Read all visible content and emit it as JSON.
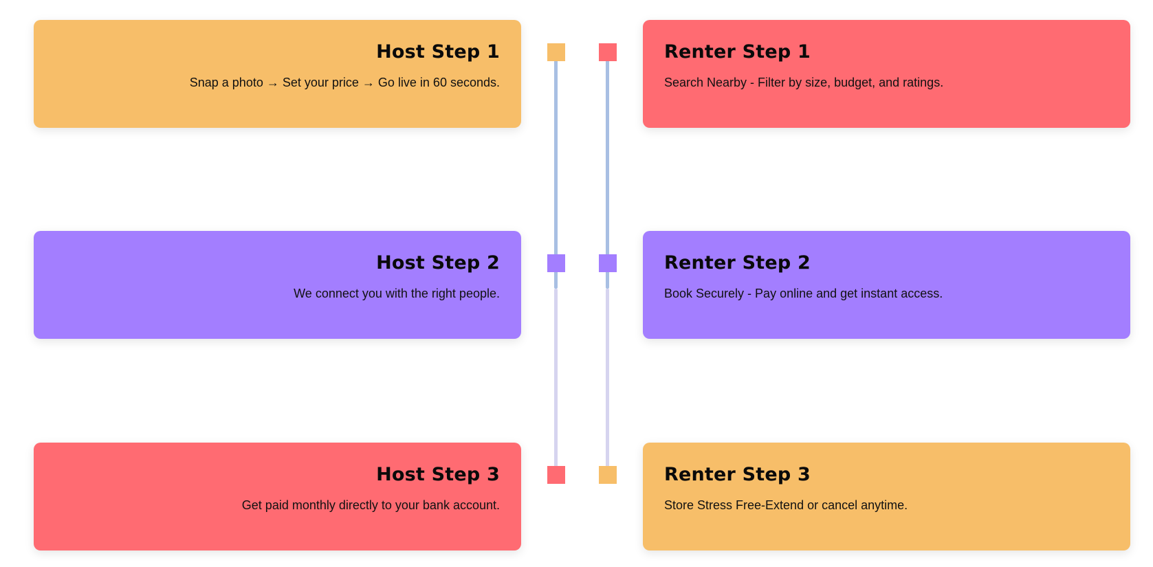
{
  "colors": {
    "orange": "#f7be69",
    "red": "#ff6b72",
    "purple": "#a37eff",
    "line_active": "#a8bfe3",
    "line_inactive": "#d6d4ef"
  },
  "host": {
    "steps": [
      {
        "title": "Host Step 1",
        "description": "Snap a photo → Set your price → Go live in 60 seconds."
      },
      {
        "title": "Host Step 2",
        "description": "We connect you with the right people."
      },
      {
        "title": "Host Step 3",
        "description": "Get paid monthly directly to your bank account."
      }
    ]
  },
  "renter": {
    "steps": [
      {
        "title": "Renter Step 1",
        "description": "Search Nearby - Filter by size, budget, and ratings."
      },
      {
        "title": "Renter Step 2",
        "description": "Book Securely - Pay online and get instant access."
      },
      {
        "title": "Renter Step 3",
        "description": "Store Stress Free-Extend or cancel anytime."
      }
    ]
  }
}
